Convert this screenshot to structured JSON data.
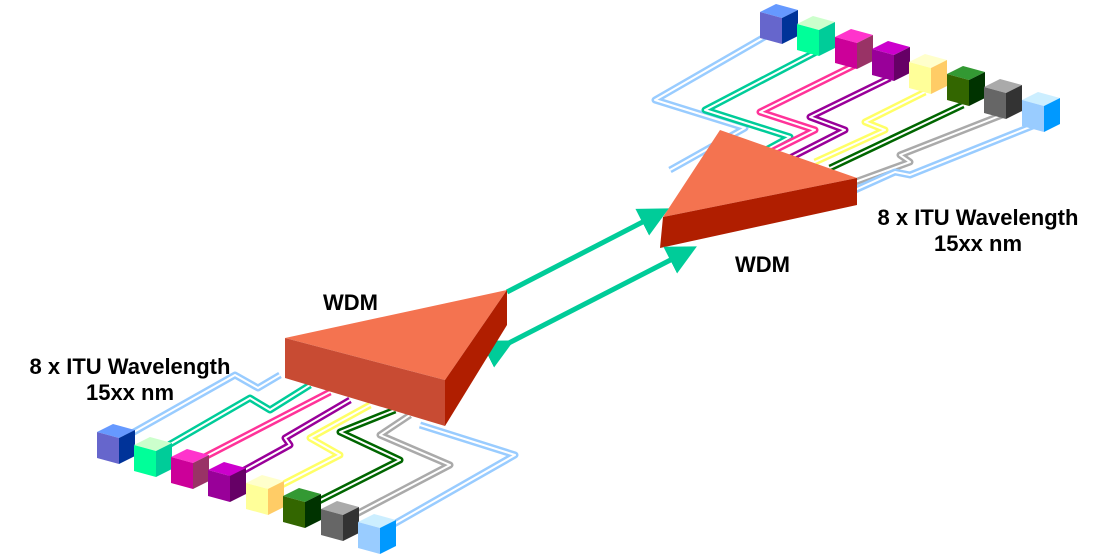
{
  "left": {
    "wdm_label": "WDM",
    "wavelength_line1": "8 x ITU Wavelength",
    "wavelength_line2": "15xx nm"
  },
  "right": {
    "wdm_label": "WDM",
    "wavelength_line1": "8 x ITU Wavelength",
    "wavelength_line2": "15xx nm"
  },
  "colors": {
    "prism_top": "#F47350",
    "prism_front": "#C84B33",
    "prism_side": "#B01E00",
    "link": "#00CC99",
    "channels": [
      {
        "name": "blue",
        "top": "#6699FF",
        "front": "#6666CC",
        "side": "#003399",
        "fiber": "#99CCFF"
      },
      {
        "name": "mint",
        "top": "#CCFFCC",
        "front": "#00FF99",
        "side": "#00CC99",
        "fiber": "#00CC99"
      },
      {
        "name": "pink",
        "top": "#FF33CC",
        "front": "#CC0099",
        "side": "#993366",
        "fiber": "#FF3399"
      },
      {
        "name": "purple",
        "top": "#CC00CC",
        "front": "#990099",
        "side": "#660066",
        "fiber": "#990099"
      },
      {
        "name": "yellow",
        "top": "#FFFFCC",
        "front": "#FFFF99",
        "side": "#FFCC66",
        "fiber": "#FFFF66"
      },
      {
        "name": "green",
        "top": "#339933",
        "front": "#336600",
        "side": "#003300",
        "fiber": "#006600"
      },
      {
        "name": "gray",
        "top": "#AAAAAA",
        "front": "#666666",
        "side": "#333333",
        "fiber": "#AAAAAA"
      },
      {
        "name": "lightblue",
        "top": "#CCEEFF",
        "front": "#99CCFF",
        "side": "#0099FF",
        "fiber": "#99CCFF"
      }
    ]
  }
}
